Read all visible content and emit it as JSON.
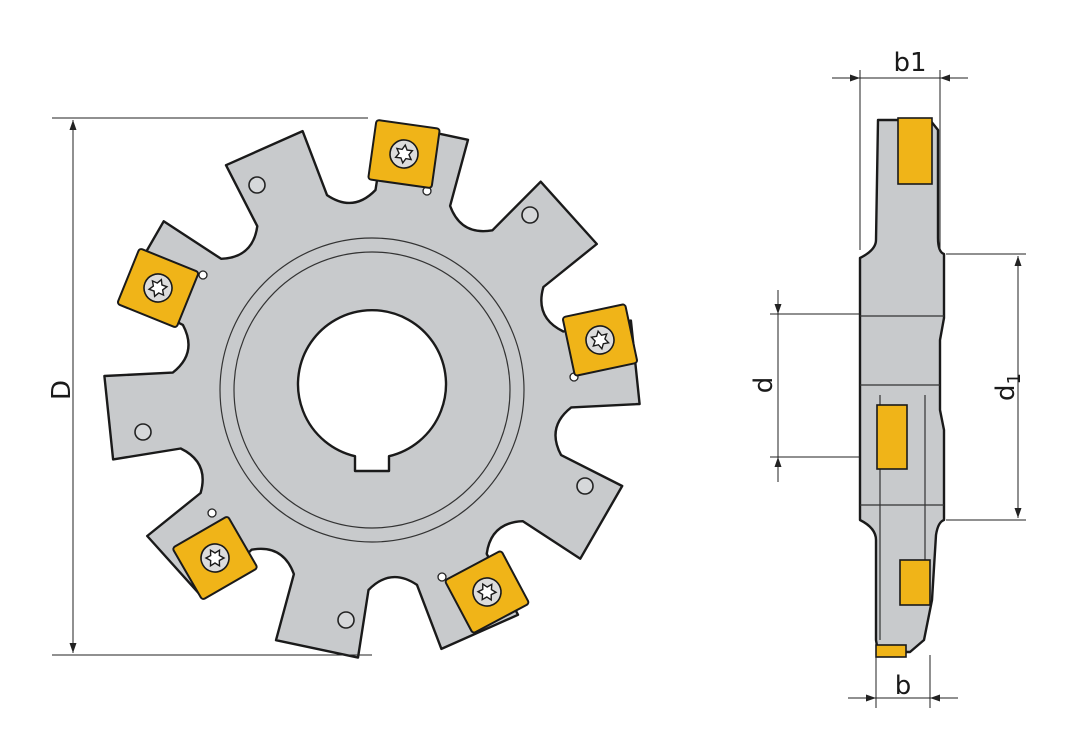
{
  "labels": {
    "D": "D",
    "d": "d",
    "d1_base": "d",
    "d1_sub": "1",
    "b1": "b1",
    "b": "b"
  },
  "colors": {
    "body": "#c8cacc",
    "body_dark": "#b4b7b9",
    "insert": "#f0b418",
    "insert_dark": "#d99a08",
    "outline": "#1a1a1a"
  },
  "icons": {
    "screw": "torx-screw-icon",
    "arrow": "dimension-arrow-icon"
  }
}
